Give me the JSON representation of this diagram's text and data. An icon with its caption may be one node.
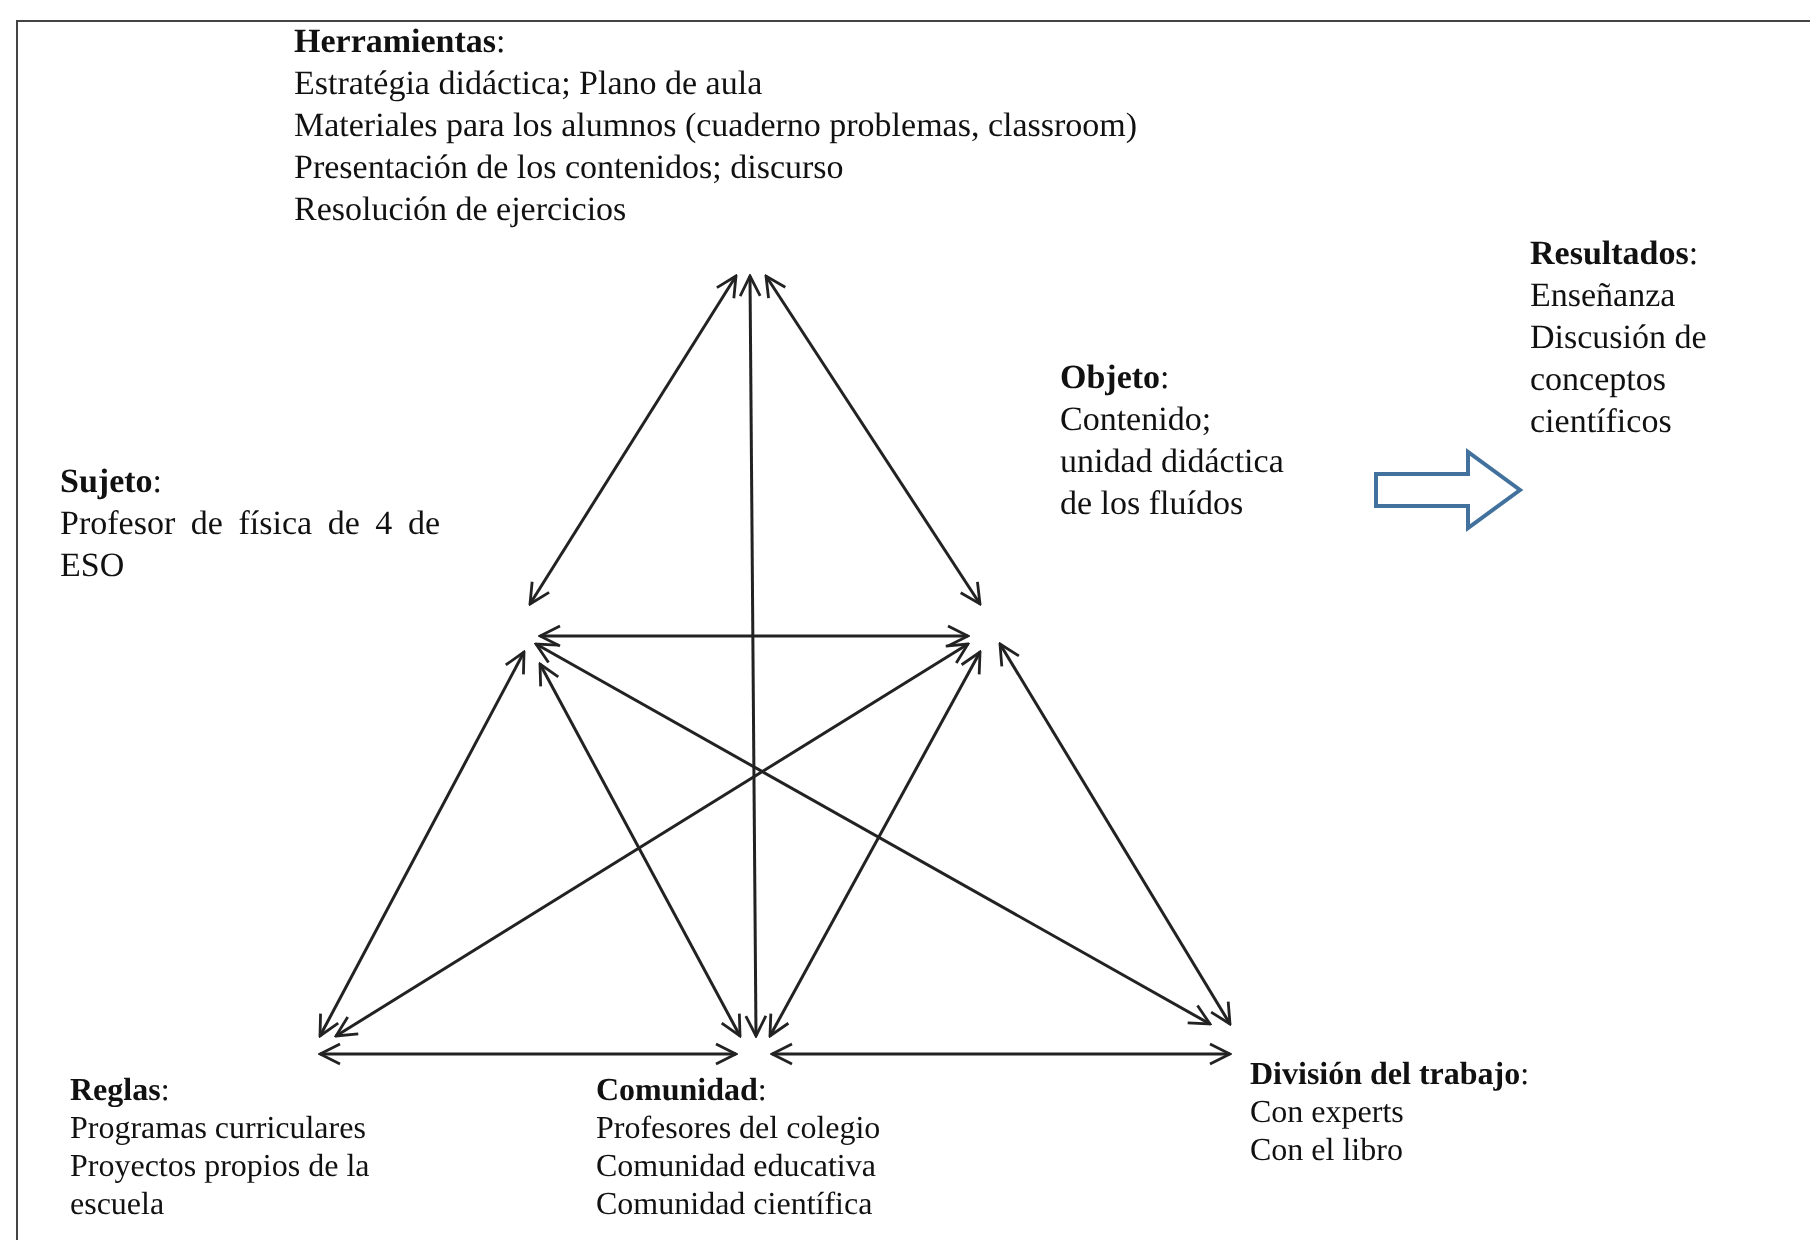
{
  "diagram": {
    "nodes": [
      {
        "text": [
          "**Herramientas**:",
          "Estratégia didáctica; Plano de aula",
          "Materiales para los alumnos (cuaderno problemas, classroom)",
          "Presentación de los contenidos; discurso",
          "Resolución de ejercicios"
        ]
      },
      {
        "text": [
          "**Sujeto**:",
          "Profesor de física de 4 de ESO"
        ]
      },
      {
        "text": [
          "**Objeto**:",
          "Contenido; unidad didáctica de los fluídos"
        ]
      },
      {
        "text": [
          "**Resultados**:",
          "Enseñanza",
          "Discusión de conceptos científicos"
        ]
      },
      {
        "text": [
          "**Reglas**:",
          "Programas curriculares",
          "Proyectos propios de la escuela"
        ]
      },
      {
        "text": [
          "**Comunidad**:",
          "Profesores del colegio",
          "Comunidad educativa",
          "Comunidad científica"
        ]
      },
      {
        "text": [
          "**División del trabajo**:",
          "Con experts",
          "Con el libro"
        ]
      }
    ],
    "edges": [
      {
        "from": 0,
        "to": 1,
        "arrow": "both"
      },
      {
        "from": 0,
        "to": 2,
        "arrow": "both"
      },
      {
        "from": 0,
        "to": 5,
        "arrow": "both"
      },
      {
        "from": 1,
        "to": 2,
        "arrow": "both"
      },
      {
        "from": 1,
        "to": 4,
        "arrow": "both"
      },
      {
        "from": 1,
        "to": 5,
        "arrow": "both"
      },
      {
        "from": 1,
        "to": 6,
        "arrow": "both"
      },
      {
        "from": 2,
        "to": 4,
        "arrow": "both"
      },
      {
        "from": 2,
        "to": 5,
        "arrow": "both"
      },
      {
        "from": 2,
        "to": 6,
        "arrow": "both"
      },
      {
        "from": 4,
        "to": 5,
        "arrow": "both"
      },
      {
        "from": 5,
        "to": 6,
        "arrow": "both"
      },
      {
        "from": 2,
        "to": 3,
        "arrow": "to",
        "style": "thick",
        "color": "#41719c"
      }
    ]
  }
}
